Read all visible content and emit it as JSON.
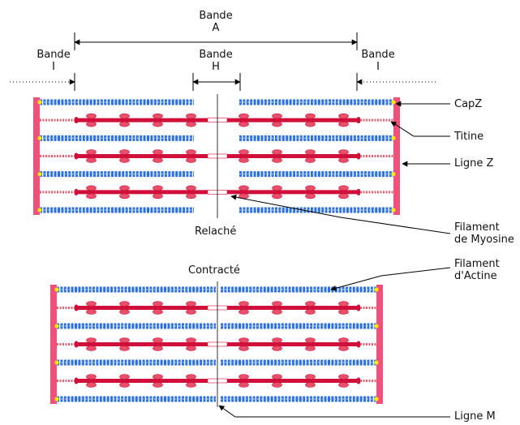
{
  "labels": {
    "band_a_line1": "Bande",
    "band_a_line2": "A",
    "band_i_left_line1": "Bande",
    "band_i_left_line2": "I",
    "band_h_line1": "Bande",
    "band_h_line2": "H",
    "band_i_right_line1": "Bande",
    "band_i_right_line2": "I",
    "capz": "CapZ",
    "titin": "Titine",
    "z_line": "Ligne Z",
    "myosin_line1": "Filament",
    "myosin_line2": "de Myosine",
    "actin_line1": "Filament",
    "actin_line2": "d'Actine",
    "m_line": "Ligne M",
    "relaxed": "Relaché",
    "contracted": "Contracté"
  },
  "colors": {
    "actin": "#2b6fe0",
    "actin_light": "#9cc3f7",
    "myosin": "#d0103a",
    "myosin_head": "#e8506a",
    "z_disc": "#f0507a",
    "capz": "#ffea00",
    "titin": "#e06070",
    "line": "#000000"
  }
}
